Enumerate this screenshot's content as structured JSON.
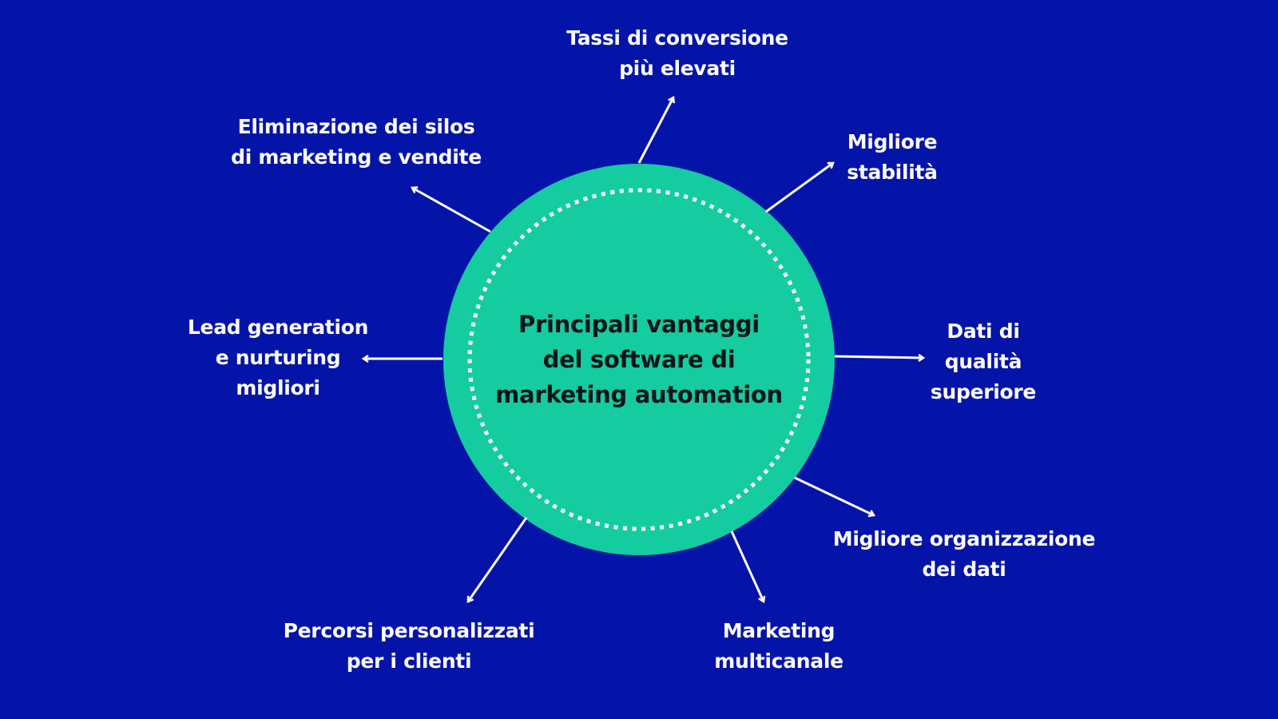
{
  "colors": {
    "background": "#0414a8",
    "circle": "#14cca0",
    "arrow": "#ffffff",
    "center_text": "#08161a"
  },
  "center": {
    "lines": [
      "Principali vantaggi",
      "del software di",
      "marketing automation"
    ]
  },
  "benefits": [
    {
      "lines": [
        "Tassi di conversione",
        "più elevati"
      ]
    },
    {
      "lines": [
        "Migliore",
        "stabilità"
      ]
    },
    {
      "lines": [
        "Dati di",
        "qualità",
        "superiore"
      ]
    },
    {
      "lines": [
        "Migliore organizzazione",
        "dei dati"
      ]
    },
    {
      "lines": [
        "Marketing",
        "multicanale"
      ]
    },
    {
      "lines": [
        "Percorsi personalizzati",
        "per i clienti"
      ]
    },
    {
      "lines": [
        "Lead generation",
        "e nurturing",
        "migliori"
      ]
    },
    {
      "lines": [
        "Eliminazione dei silos",
        "di marketing e vendite"
      ]
    }
  ]
}
